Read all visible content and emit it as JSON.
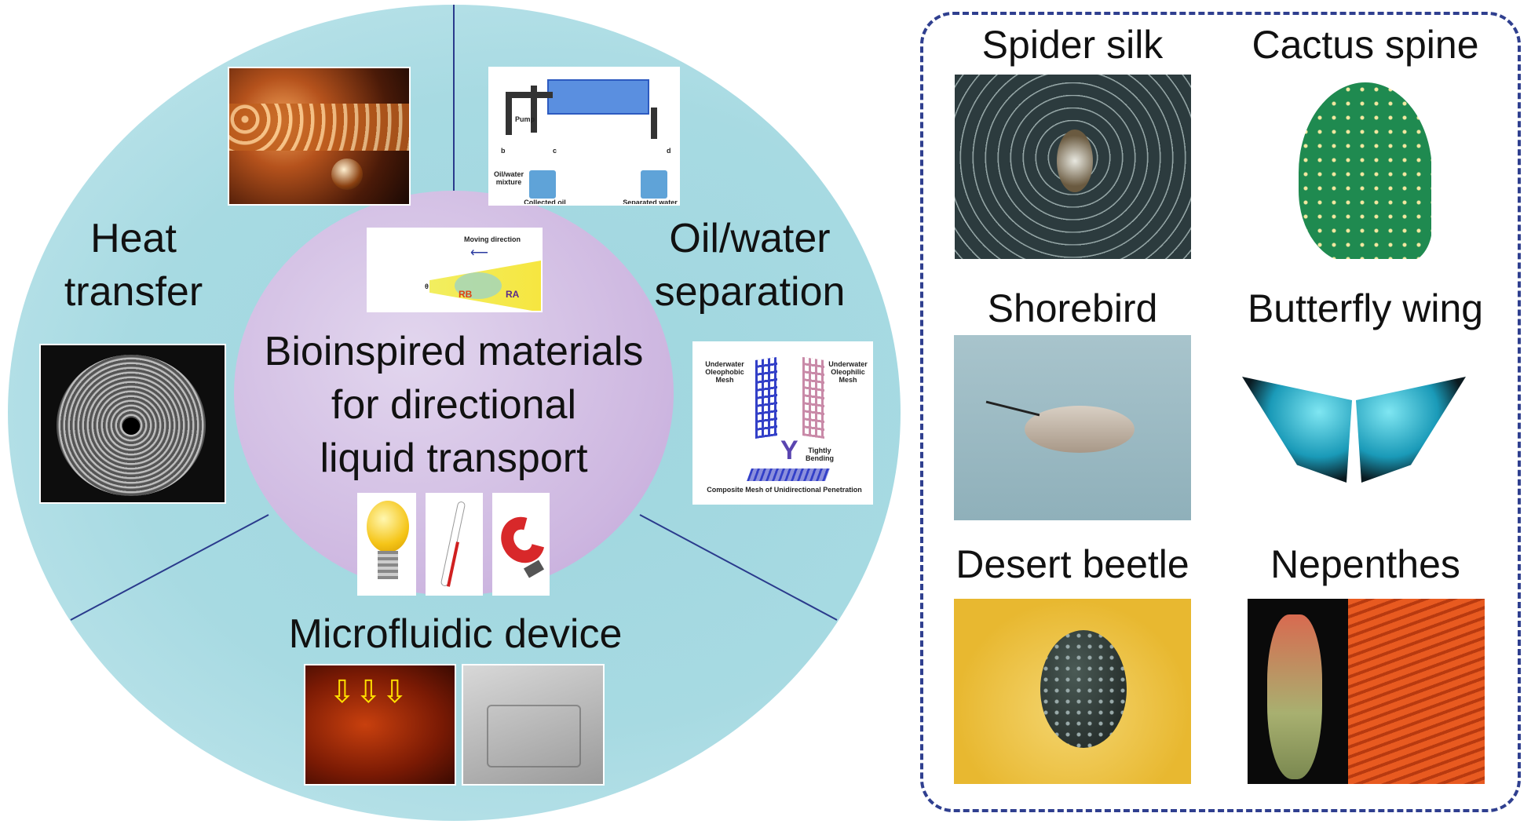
{
  "center": {
    "title_lines": [
      "Bioinspired materials",
      "for directional",
      "liquid transport"
    ]
  },
  "applications": {
    "heat_transfer": [
      "Heat",
      "transfer"
    ],
    "oil_water": [
      "Oil/water",
      "separation"
    ],
    "microfluidic": "Microfluidic device"
  },
  "oil_diagram": {
    "pump": "Pump",
    "b": "b",
    "c": "c",
    "d": "d",
    "mixture": "Oil/water mixture",
    "collected": "Collected oil",
    "separated": "Separated water"
  },
  "mesh_diagram": {
    "left": "Underwater Oleophobic Mesh",
    "right": "Underwater Oleophilic Mesh",
    "bending": "Tightly Bending",
    "caption": "Composite Mesh of Unidirectional Penetration"
  },
  "cone_diagram": {
    "direction": "Moving direction",
    "theta": "θ",
    "rb": "RB",
    "ra": "RA"
  },
  "organisms": [
    "Spider silk",
    "Cactus spine",
    "Shorebird",
    "Butterfly wing",
    "Desert beetle",
    "Nepenthes"
  ],
  "colors": {
    "circle": "#a7dae2",
    "inner": "#cdb6e0",
    "dash": "#2f3f8f",
    "line": "#2a3a8c"
  }
}
